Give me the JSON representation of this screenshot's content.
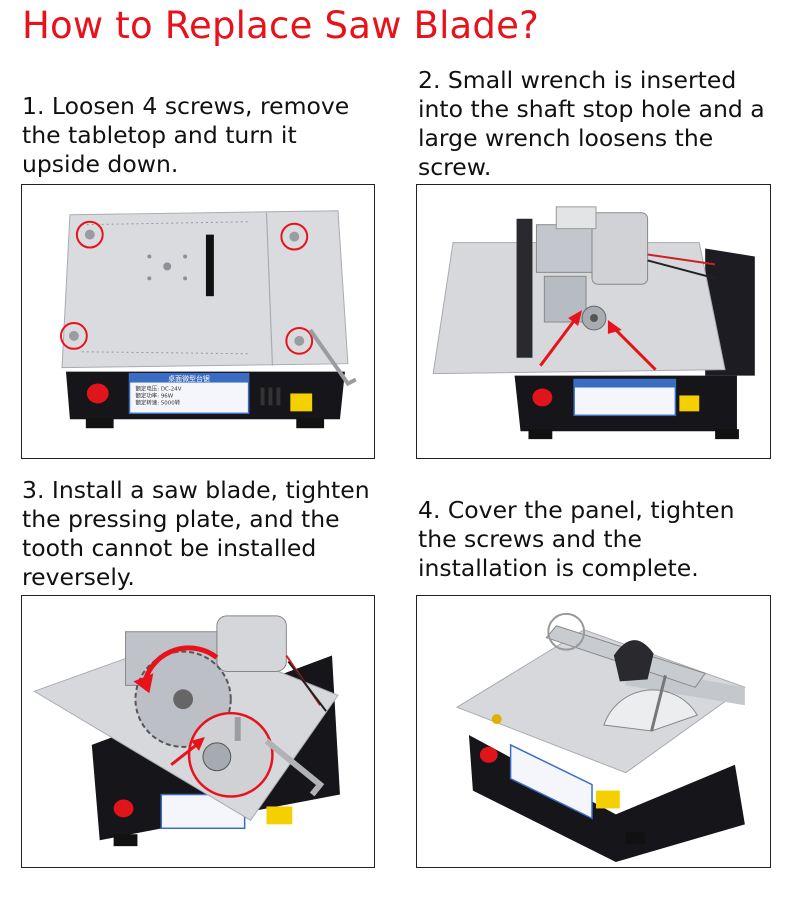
{
  "title": "How to Replace Saw Blade?",
  "steps": [
    {
      "text": "1. Loosen 4 screws, remove the tabletop and turn it upside down."
    },
    {
      "text": "2. Small wrench is inserted into the shaft stop hole and a large wrench loosens the screw."
    },
    {
      "text": "3. Install a saw blade, tighten the pressing plate, and the tooth cannot be installed reversely."
    },
    {
      "text": "4. Cover the panel, tighten the screws and the installation is complete."
    }
  ],
  "label": {
    "line1": "桌面微型台锯",
    "line2": "额定电压: DC-24V",
    "line3": "额定功率: 96W",
    "line4": "额定转速: 5000转"
  },
  "colors": {
    "title": "#e8121b",
    "highlight": "#e8121b",
    "base": "#15151a",
    "aluminum": "#d4d6da"
  }
}
